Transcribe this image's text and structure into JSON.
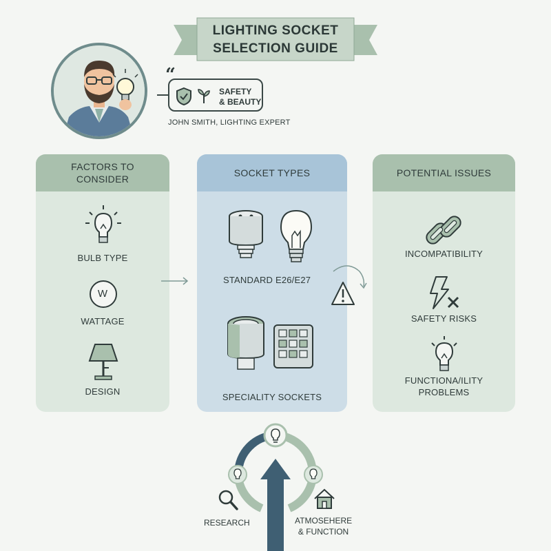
{
  "title": {
    "line1": "LIGHTING SOCKET",
    "line2": "SELECTION GUIDE"
  },
  "expert": {
    "quote_line1": "SAFETY",
    "quote_line2": "& BEAUTY",
    "name": "JOHN SMITH, LIGHTING EXPERT"
  },
  "panels": {
    "factors": {
      "heading_line1": "FACTORS TO",
      "heading_line2": "CONSIDER",
      "items": [
        "BULB TYPE",
        "WATTAGE",
        "DESIGN"
      ],
      "wattage_symbol": "W"
    },
    "sockets": {
      "heading": "SOCKET TYPES",
      "items": [
        "STANDARD E26/E27",
        "SPECIALITY SOCKETS"
      ]
    },
    "issues": {
      "heading": "POTENTIAL ISSUES",
      "items": [
        "INCOMPATIBILITY",
        "SAFETY RISKS"
      ],
      "item3_line1": "FUNCTIONA/ILITY",
      "item3_line2": "PROBLEMS"
    }
  },
  "cycle": {
    "research": "RESEARCH",
    "atmos_line1": "ATMOSEHERE",
    "atmos_line2": "& FUNCTION"
  },
  "colors": {
    "sage": "#a9c0ad",
    "sage_light": "#dde8df",
    "blue": "#a8c4d8",
    "blue_light": "#cddde7",
    "slate": "#3f5f73",
    "ink": "#2f3b3a"
  },
  "icons": [
    "lightbulb-icon",
    "wattage-icon",
    "lamp-icon",
    "socket-icon",
    "bulb-icon",
    "specialty-socket-icon",
    "socket-grid-icon",
    "chain-link-icon",
    "lightning-icon",
    "warning-icon",
    "magnifier-icon",
    "house-icon",
    "shield-icon",
    "leaf-icon"
  ]
}
